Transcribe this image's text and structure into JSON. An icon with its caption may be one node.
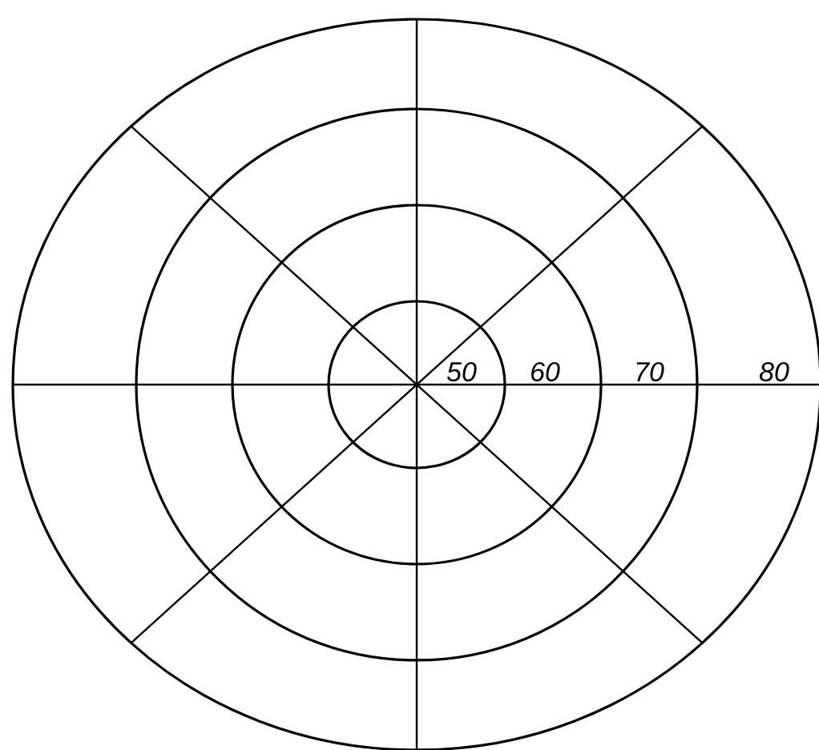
{
  "diagram": {
    "labels": [
      "50",
      "60",
      "70",
      "80"
    ]
  }
}
